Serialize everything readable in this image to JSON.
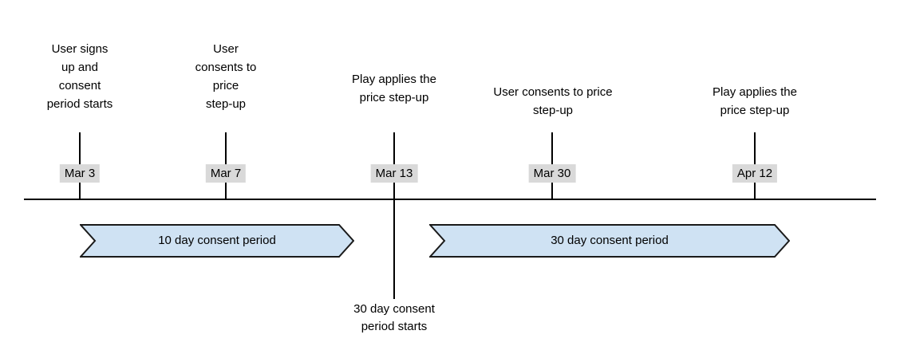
{
  "diagram": {
    "title_semantic": "Price step-up consent period timeline",
    "events": [
      {
        "label": "User signs\nup and\nconsent\nperiod starts",
        "date": "Mar 3"
      },
      {
        "label": "User\nconsents to\nprice\nstep-up",
        "date": "Mar 7"
      },
      {
        "label": "Play applies the\nprice step-up",
        "date": "Mar 13"
      },
      {
        "label": "User consents to price\nstep-up",
        "date": "Mar 30"
      },
      {
        "label": "Play applies the\nprice step-up",
        "date": "Apr 12"
      }
    ],
    "periods": [
      {
        "label": "10 day consent period"
      },
      {
        "label": "30 day consent period"
      }
    ],
    "annotation": "30 day consent\nperiod starts",
    "colors": {
      "period_fill": "#cfe2f3",
      "period_border": "#1a1a1a",
      "date_bg": "#d9d9d9",
      "line": "#000000",
      "text": "#000000"
    }
  }
}
